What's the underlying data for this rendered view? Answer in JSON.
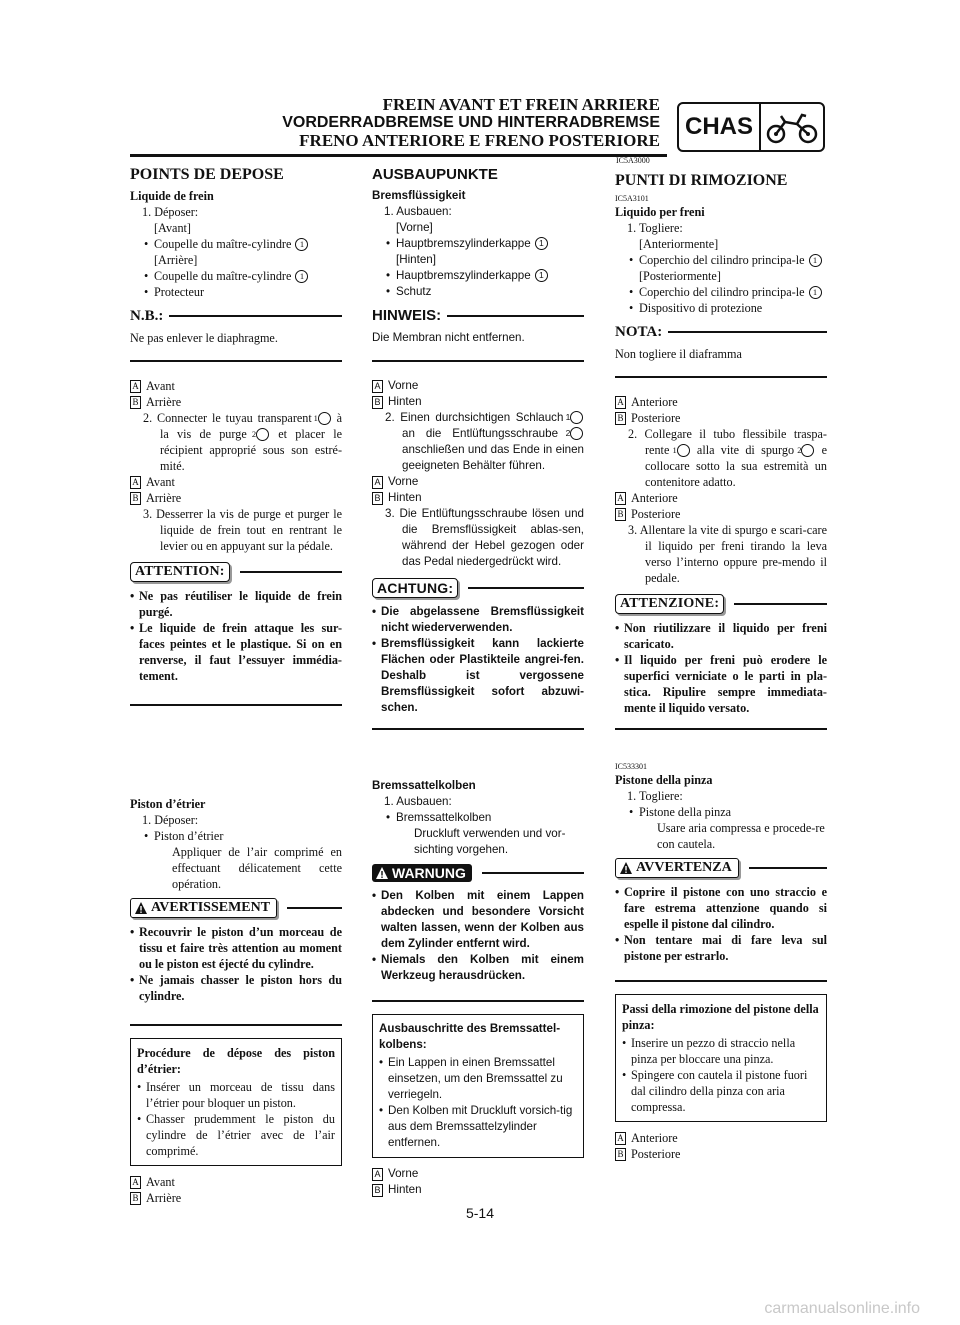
{
  "header": {
    "title_fr": "FREIN AVANT ET FREIN ARRIERE",
    "title_de": "VORDERRADBREMSE UND HINTERRADBREMSE",
    "title_it": "FRENO ANTERIORE E FRENO POSTERIORE",
    "badge": "CHAS",
    "badge_icon": "motorcycle-icon"
  },
  "fr": {
    "title": "POINTS DE DEPOSE",
    "fluid_heading": "Liquide de frein",
    "step1": "1. Déposer:",
    "front": "[Avant]",
    "cap": "Coupelle du maître-cylindre",
    "rear": "[Arrière]",
    "cap2": "Coupelle du maître-cylindre",
    "protector": "Protecteur",
    "note_label": "N.B.:",
    "note_text": "Ne pas enlever le diaphragme.",
    "a": "Avant",
    "b": "Arrière",
    "step2": "2. Connecter le tuyau transparent",
    "step2b": "à la vis de purge",
    "step2c": "et placer le récipient approprié sous son estré-mité.",
    "a2": "Avant",
    "b2": "Arrière",
    "step3": "3. Desserrer la vis de purge et purger le liquide de frein tout en rentrant le levier ou en appuyant sur la pédale.",
    "attention": "ATTENTION:",
    "att1": "Ne pas réutiliser le liquide de frein purgé.",
    "att2": "Le liquide de frein attaque les sur-faces peintes et le plastique. Si on en renverse, il faut l’essuyer immédia-tement.",
    "piston_heading": "Piston d’étrier",
    "p_step1": "1. Déposer:",
    "p_item": "Piston d’étrier",
    "p_sub": "Appliquer de l’air comprimé en effectuant délicatement cette opération.",
    "warning": "AVERTISSEMENT",
    "w1": "Recouvrir le piston d’un morceau de tissu et faire très attention au moment ou le piston est éjecté du cylindre.",
    "w2": "Ne jamais chasser le piston hors du cylindre.",
    "proc_title": "Procédure de dépose des piston d’étrier:",
    "proc1": "Insérer un morceau de tissu dans l’étrier pour bloquer un piston.",
    "proc2": "Chasser prudemment le piston du cylindre de l’étrier avec de l’air comprimé.",
    "a3": "Avant",
    "b3": "Arrière"
  },
  "de": {
    "title": "AUSBAUPUNKTE",
    "fluid_heading": "Bremsflüssigkeit",
    "step1": "1. Ausbauen:",
    "front": "[Vorne]",
    "cap": "Hauptbremszylinderkappe",
    "rear": "[Hinten]",
    "cap2": "Hauptbremszylinderkappe",
    "protector": "Schutz",
    "note_label": "HINWEIS:",
    "note_text": "Die Membran nicht entfernen.",
    "a": "Vorne",
    "b": "Hinten",
    "step2": "2. Einen durchsichtigen Schlauch",
    "step2b": "an die Entlüftungsschraube",
    "step2c": "anschließen und das Ende in einen geeigneten Behälter führen.",
    "a2": "Vorne",
    "b2": "Hinten",
    "step3": "3. Die Entlüftungsschraube lösen und die Bremsflüssigkeit ablas-sen, während der Hebel gezogen oder das Pedal niedergedrückt wird.",
    "attention": "ACHTUNG:",
    "att1": "Die abgelassene Bremsflüssigkeit nicht wiederverwenden.",
    "att2": "Bremsflüssigkeit kann lackierte Flächen oder Plastikteile angrei-fen. Deshalb ist vergossene Bremsflüssigkeit sofort abzuwi-schen.",
    "piston_heading": "Bremssattelkolben",
    "p_step1": "1. Ausbauen:",
    "p_item": "Bremssattelkolben",
    "p_sub": "Druckluft verwenden und vor-sichting vorgehen.",
    "warning": "WARNUNG",
    "w1": "Den Kolben mit einem Lappen abdecken und besondere Vorsicht walten lassen, wenn der Kolben aus dem Zylinder entfernt wird.",
    "w2": "Niemals den Kolben mit einem Werkzeug herausdrücken.",
    "proc_title": "Ausbauschritte des Bremssattel-kolbens:",
    "proc1": "Ein Lappen in einen Bremssattel einsetzen, um den Bremssattel zu verriegeln.",
    "proc2": "Den Kolben mit Druckluft vorsich-tig aus dem Bremssattelzylinder entfernen.",
    "a3": "Vorne",
    "b3": "Hinten"
  },
  "it": {
    "code_title": "IC5A3000",
    "title": "PUNTI DI RIMOZIONE",
    "code_fluid": "IC5A3101",
    "fluid_heading": "Liquido per freni",
    "step1": "1. Togliere:",
    "front": "[Anteriormente]",
    "cap": "Coperchio del cilindro principa-le",
    "rear": "[Posteriormente]",
    "cap2": "Coperchio del cilindro principa-le",
    "protector": "Dispositivo di protezione",
    "note_label": "NOTA:",
    "note_text": "Non togliere il diaframma",
    "a": "Anteriore",
    "b": "Posteriore",
    "step2": "2. Collegare il tubo flessibile traspa-rente",
    "step2b": "alla vite di spurgo",
    "step2c": "e collocare sotto la sua estremità un contenitore adatto.",
    "a2": "Anteriore",
    "b2": "Posteriore",
    "step3": "3. Allentare la vite di spurgo e scari-care il liquido per freni tirando la leva verso l’interno oppure pre-mendo il pedale.",
    "attention": "ATTENZIONE:",
    "att1": "Non riutilizzare il liquido per freni scaricato.",
    "att2": "Il liquido per freni può erodere le superfici verniciate o le parti in pla-stica. Ripulire sempre immediata-mente il liquido versato.",
    "code_piston": "IC533301",
    "piston_heading": "Pistone della pinza",
    "p_step1": "1. Togliere:",
    "p_item": "Pistone della pinza",
    "p_sub": "Usare aria compressa e procede-re con cautela.",
    "warning": "AVVERTENZA",
    "w1": "Coprire il pistone con uno straccio e fare estrema attenzione quando si espelle il pistone dal cilindro.",
    "w2": "Non tentare mai di fare leva sul pistone per estrarlo.",
    "proc_title": "Passi della rimozione del pistone della pinza:",
    "proc1": "Inserire un pezzo di straccio nella pinza per bloccare una pinza.",
    "proc2": "Spingere con cautela il pistone fuori dal cilindro della pinza con aria compressa.",
    "a3": "Anteriore",
    "b3": "Posteriore"
  },
  "labels": {
    "A": "A",
    "B": "B",
    "one": "1",
    "two": "2"
  },
  "page_number": "5-14",
  "watermark": "carmanualsonline.info"
}
